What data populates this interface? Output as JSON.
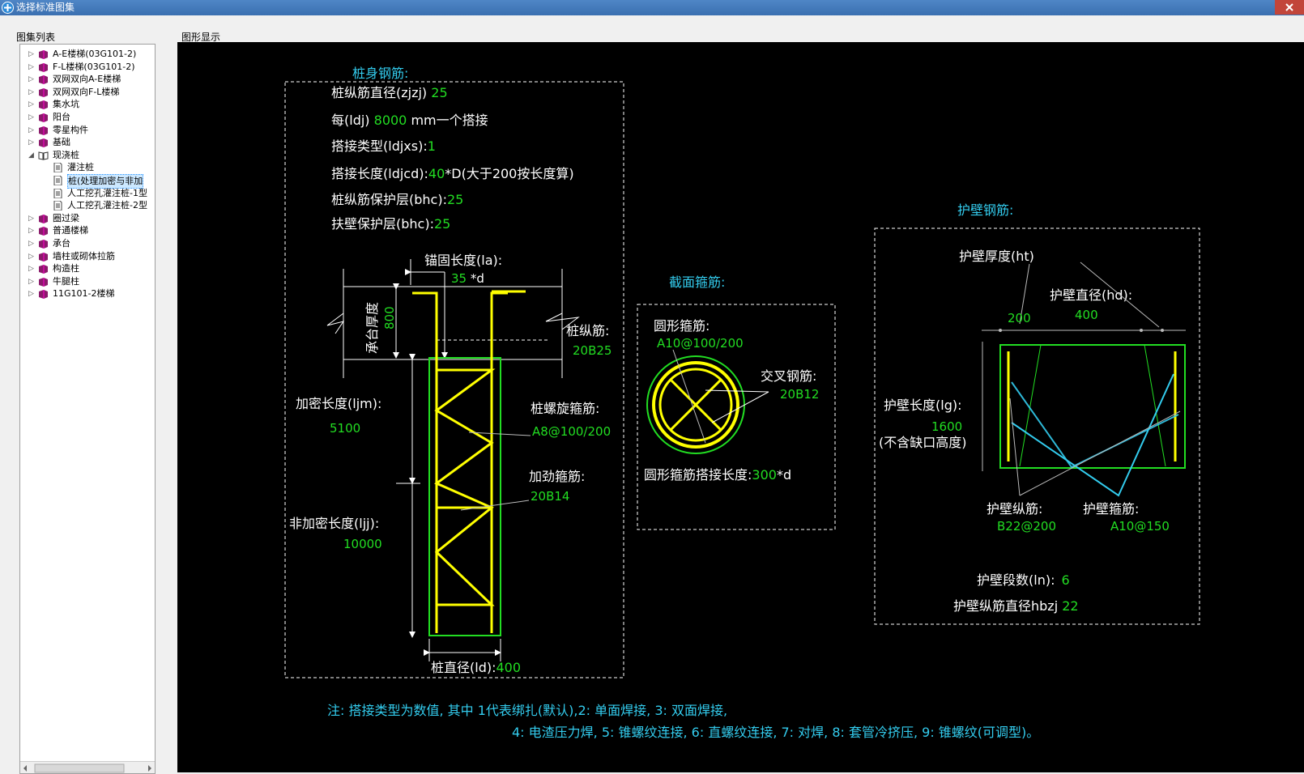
{
  "window": {
    "title": "选择标准图集"
  },
  "panels": {
    "list_label": "图集列表",
    "view_label": "图形显示"
  },
  "tree": [
    {
      "label": "A-E楼梯(03G101-2)",
      "icon": "book-icon"
    },
    {
      "label": "F-L楼梯(03G101-2)",
      "icon": "book-icon"
    },
    {
      "label": "双网双向A-E楼梯",
      "icon": "book-icon"
    },
    {
      "label": "双网双向F-L楼梯",
      "icon": "book-icon"
    },
    {
      "label": "集水坑",
      "icon": "book-icon"
    },
    {
      "label": "阳台",
      "icon": "book-icon"
    },
    {
      "label": "零星构件",
      "icon": "book-icon"
    },
    {
      "label": "基础",
      "icon": "book-icon"
    },
    {
      "label": "现浇桩",
      "icon": "open-book-icon",
      "expanded": true
    },
    {
      "label": "灌注桩",
      "icon": "document-icon",
      "child": true
    },
    {
      "label": "桩(处理加密与非加",
      "icon": "document-icon",
      "child": true,
      "selected": true
    },
    {
      "label": "人工挖孔灌注桩-1型",
      "icon": "document-icon",
      "child": true
    },
    {
      "label": "人工挖孔灌注桩-2型",
      "icon": "document-icon",
      "child": true
    },
    {
      "label": "圈过梁",
      "icon": "book-icon"
    },
    {
      "label": "普通楼梯",
      "icon": "book-icon"
    },
    {
      "label": "承台",
      "icon": "book-icon"
    },
    {
      "label": "墙柱或砌体拉筋",
      "icon": "book-icon"
    },
    {
      "label": "构造柱",
      "icon": "book-icon"
    },
    {
      "label": "牛腿柱",
      "icon": "book-icon"
    },
    {
      "label": "11G101-2楼梯",
      "icon": "book-icon"
    }
  ],
  "colors": {
    "cyan": "#33ccee",
    "white": "#ffffff",
    "green": "#22dd22",
    "yellow": "#ffff00",
    "gray": "#bbbbbb",
    "title_bar": "#4a7fc1"
  },
  "drawing": {
    "pile_body": {
      "title": "桩身钢筋:",
      "dia_label": "桩纵筋直径(zjzj)",
      "dia_val": "25",
      "each_pre": "每(ldj)",
      "each_val": "8000",
      "each_post": "mm一个搭接",
      "lap_type_label": "搭接类型(ldjxs):",
      "lap_type_val": "1",
      "lap_len_label": "搭接长度(ldjcd):",
      "lap_len_val": "40",
      "lap_len_post": "*D(大于200按长度算)",
      "cover_label": "桩纵筋保护层(bhc):",
      "cover_val": "25",
      "wall_cover_label": "扶壁保护层(bhc):",
      "wall_cover_val": "25",
      "anchor_label": "锚固长度(la):",
      "anchor_val": "35",
      "anchor_post": "*d",
      "cap_label": "承台厚度",
      "cap_val": "800",
      "long_bar_label": "桩纵筋:",
      "long_bar_val": "20B25",
      "dense_label": "加密长度(ljm):",
      "dense_val": "5100",
      "spiral_label": "桩螺旋箍筋:",
      "spiral_val": "A8@100/200",
      "stiff_label": "加劲箍筋:",
      "stiff_val": "20B14",
      "nondense_label": "非加密长度(ljj):",
      "nondense_val": "10000",
      "diameter_label": "桩直径(ld):",
      "diameter_val": "400"
    },
    "section": {
      "title": "截面箍筋:",
      "circ_label": "圆形箍筋:",
      "circ_val": "A10@100/200",
      "cross_label": "交叉钢筋:",
      "cross_val": "20B12",
      "lap_label": "圆形箍筋搭接长度:",
      "lap_val": "300",
      "lap_post": "*d"
    },
    "wall": {
      "title": "护壁钢筋:",
      "thick_label": "护壁厚度(ht)",
      "thick_val": "200",
      "dia_label": "护壁直径(hd):",
      "dia_val": "400",
      "len_label": "护壁长度(lg):",
      "len_val": "1600",
      "len_note": "(不含缺口高度)",
      "long_label": "护壁纵筋:",
      "long_val": "B22@200",
      "stir_label": "护壁箍筋:",
      "stir_val": "A10@150",
      "seg_label": "护壁段数(ln):",
      "seg_val": "6",
      "bar_dia_label": "护壁纵筋直径hbzj",
      "bar_dia_val": "22"
    },
    "note": {
      "line1": "注: 搭接类型为数值, 其中 1代表绑扎(默认),2: 单面焊接, 3: 双面焊接,",
      "line2": "4: 电渣压力焊, 5: 锥螺纹连接, 6: 直螺纹连接, 7: 对焊, 8: 套管冷挤压, 9: 锥螺纹(可调型)。"
    }
  }
}
